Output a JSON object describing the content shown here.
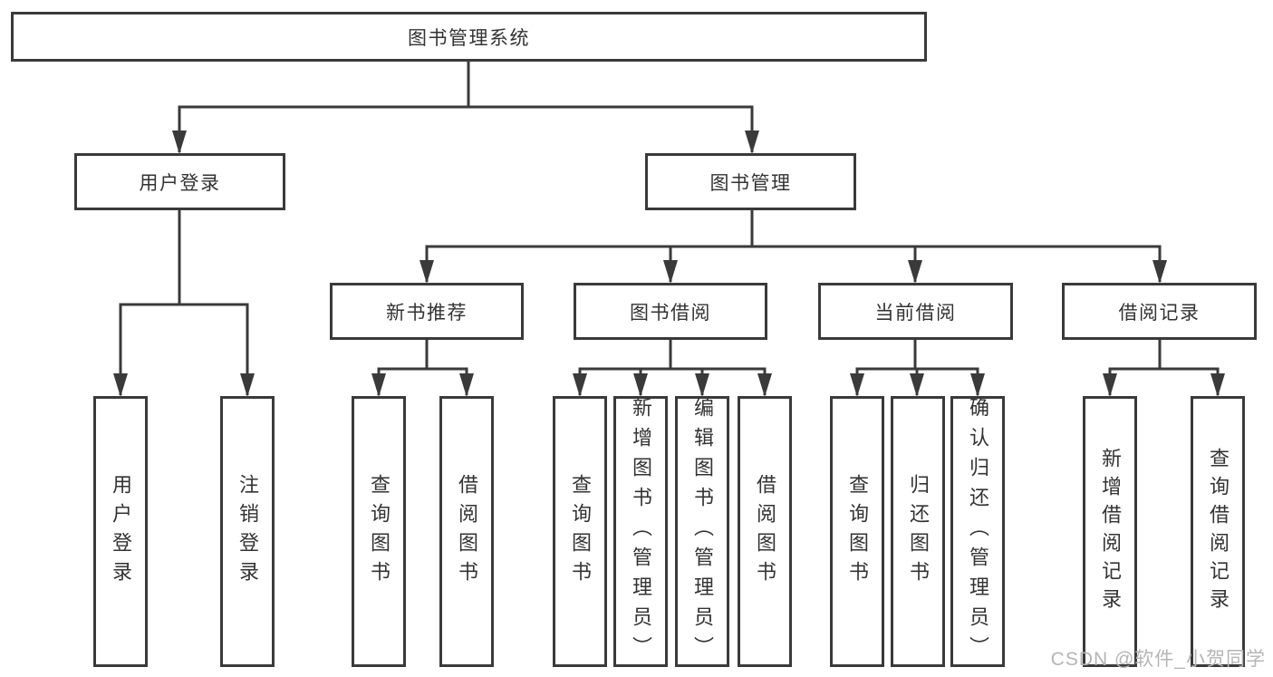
{
  "tree": {
    "root": "图书管理系统",
    "login": {
      "label": "用户登录",
      "children": [
        "用户登录",
        "注销登录"
      ]
    },
    "mgmt": {
      "label": "图书管理",
      "groups": [
        {
          "label": "新书推荐",
          "children": [
            "查询图书",
            "借阅图书"
          ]
        },
        {
          "label": "图书借阅",
          "children": [
            "查询图书",
            "新增图书（管理员）",
            "编辑图书（管理员）",
            "借阅图书"
          ]
        },
        {
          "label": "当前借阅",
          "children": [
            "查询图书",
            "归还图书",
            "确认归还（管理员）"
          ]
        },
        {
          "label": "借阅记录",
          "children": [
            "新增借阅记录",
            "查询借阅记录"
          ]
        }
      ]
    }
  },
  "watermark": "CSDN @软件_小贺同学",
  "colors": {
    "line": "#3a3a3a",
    "text": "#333333",
    "watermark": "#b5b5b5",
    "background": "#ffffff"
  }
}
